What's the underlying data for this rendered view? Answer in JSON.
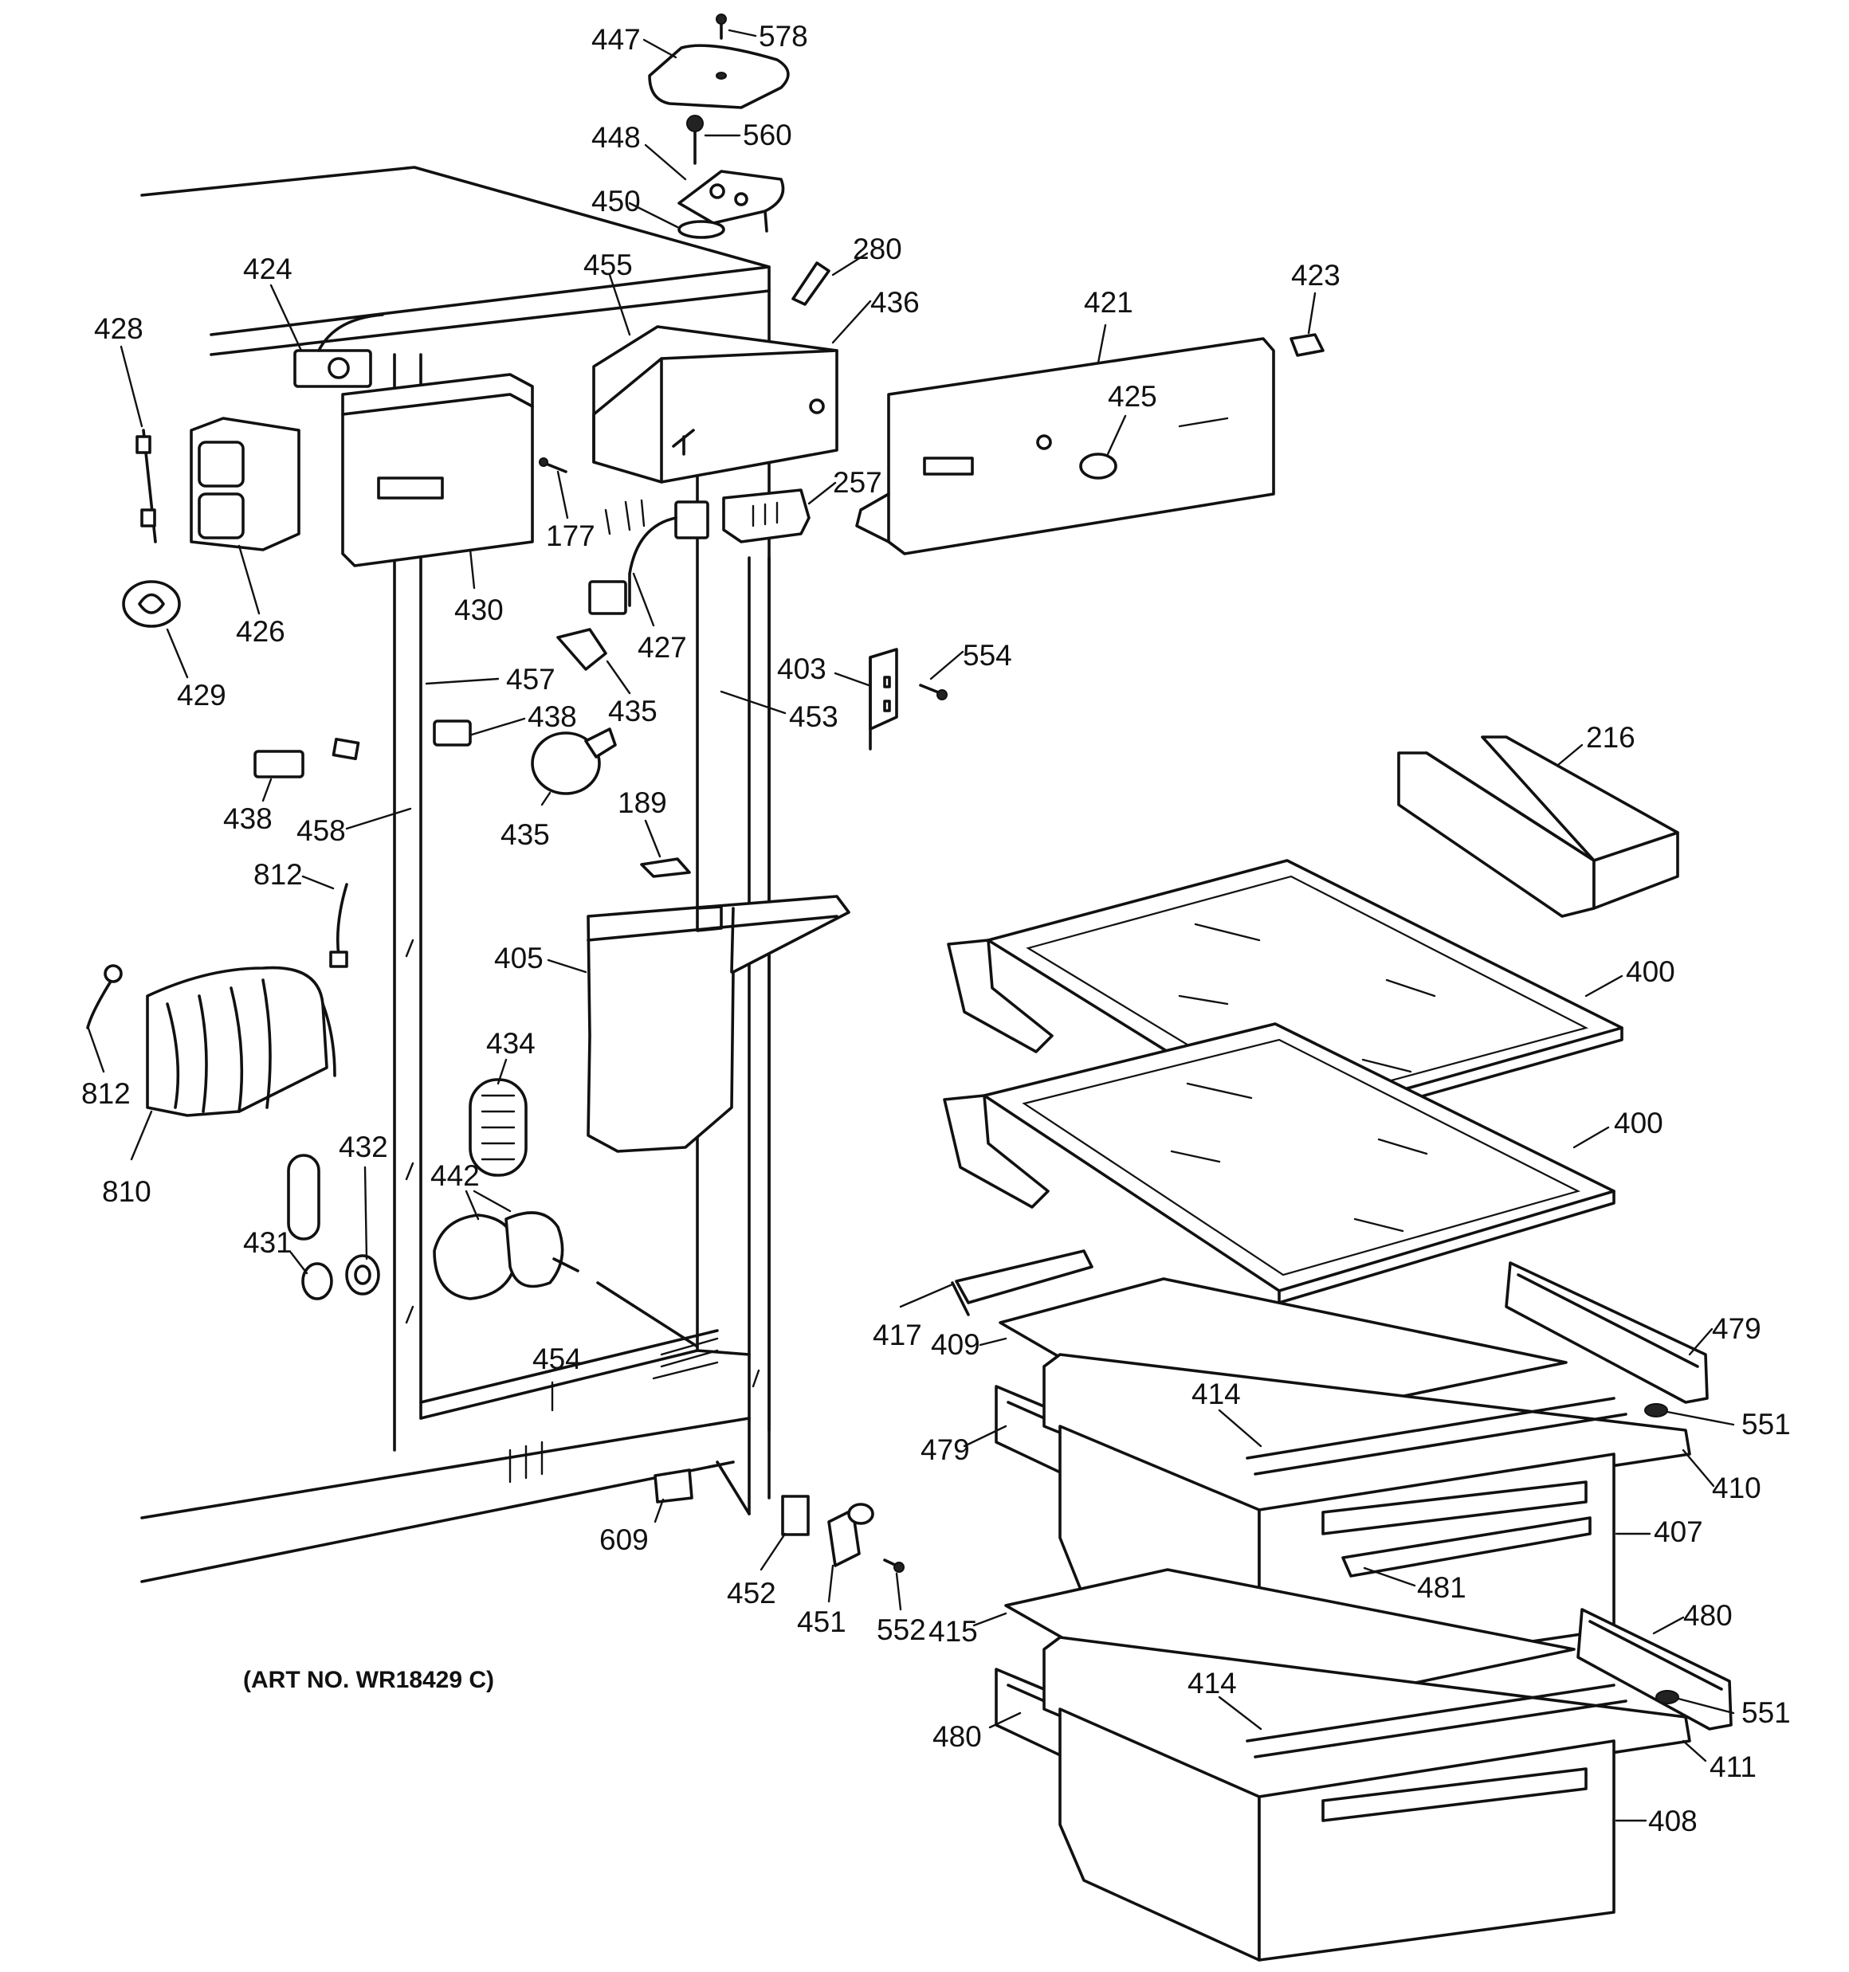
{
  "diagram": {
    "art_number": "(ART NO. WR18429 C)",
    "callouts": [
      {
        "id": "447",
        "text": "447"
      },
      {
        "id": "578",
        "text": "578"
      },
      {
        "id": "448",
        "text": "448"
      },
      {
        "id": "560",
        "text": "560"
      },
      {
        "id": "450",
        "text": "450"
      },
      {
        "id": "280",
        "text": "280"
      },
      {
        "id": "455",
        "text": "455"
      },
      {
        "id": "436",
        "text": "436"
      },
      {
        "id": "424",
        "text": "424"
      },
      {
        "id": "428",
        "text": "428"
      },
      {
        "id": "421",
        "text": "421"
      },
      {
        "id": "423",
        "text": "423"
      },
      {
        "id": "425",
        "text": "425"
      },
      {
        "id": "257",
        "text": "257"
      },
      {
        "id": "177",
        "text": "177"
      },
      {
        "id": "426",
        "text": "426"
      },
      {
        "id": "430",
        "text": "430"
      },
      {
        "id": "427",
        "text": "427"
      },
      {
        "id": "429",
        "text": "429"
      },
      {
        "id": "457",
        "text": "457"
      },
      {
        "id": "435a",
        "text": "435"
      },
      {
        "id": "403",
        "text": "403"
      },
      {
        "id": "554",
        "text": "554"
      },
      {
        "id": "453",
        "text": "453"
      },
      {
        "id": "438a",
        "text": "438"
      },
      {
        "id": "216",
        "text": "216"
      },
      {
        "id": "438b",
        "text": "438"
      },
      {
        "id": "458",
        "text": "458"
      },
      {
        "id": "435b",
        "text": "435"
      },
      {
        "id": "189",
        "text": "189"
      },
      {
        "id": "812a",
        "text": "812"
      },
      {
        "id": "405",
        "text": "405"
      },
      {
        "id": "400a",
        "text": "400"
      },
      {
        "id": "434",
        "text": "434"
      },
      {
        "id": "812b",
        "text": "812"
      },
      {
        "id": "400b",
        "text": "400"
      },
      {
        "id": "810",
        "text": "810"
      },
      {
        "id": "432",
        "text": "432"
      },
      {
        "id": "442",
        "text": "442"
      },
      {
        "id": "431",
        "text": "431"
      },
      {
        "id": "417",
        "text": "417"
      },
      {
        "id": "479a",
        "text": "479"
      },
      {
        "id": "409",
        "text": "409"
      },
      {
        "id": "454",
        "text": "454"
      },
      {
        "id": "414a",
        "text": "414"
      },
      {
        "id": "551a",
        "text": "551"
      },
      {
        "id": "479b",
        "text": "479"
      },
      {
        "id": "410",
        "text": "410"
      },
      {
        "id": "407",
        "text": "407"
      },
      {
        "id": "609",
        "text": "609"
      },
      {
        "id": "481",
        "text": "481"
      },
      {
        "id": "452",
        "text": "452"
      },
      {
        "id": "480a",
        "text": "480"
      },
      {
        "id": "451",
        "text": "451"
      },
      {
        "id": "552",
        "text": "552"
      },
      {
        "id": "415",
        "text": "415"
      },
      {
        "id": "414b",
        "text": "414"
      },
      {
        "id": "551b",
        "text": "551"
      },
      {
        "id": "480b",
        "text": "480"
      },
      {
        "id": "411",
        "text": "411"
      },
      {
        "id": "408",
        "text": "408"
      }
    ]
  }
}
